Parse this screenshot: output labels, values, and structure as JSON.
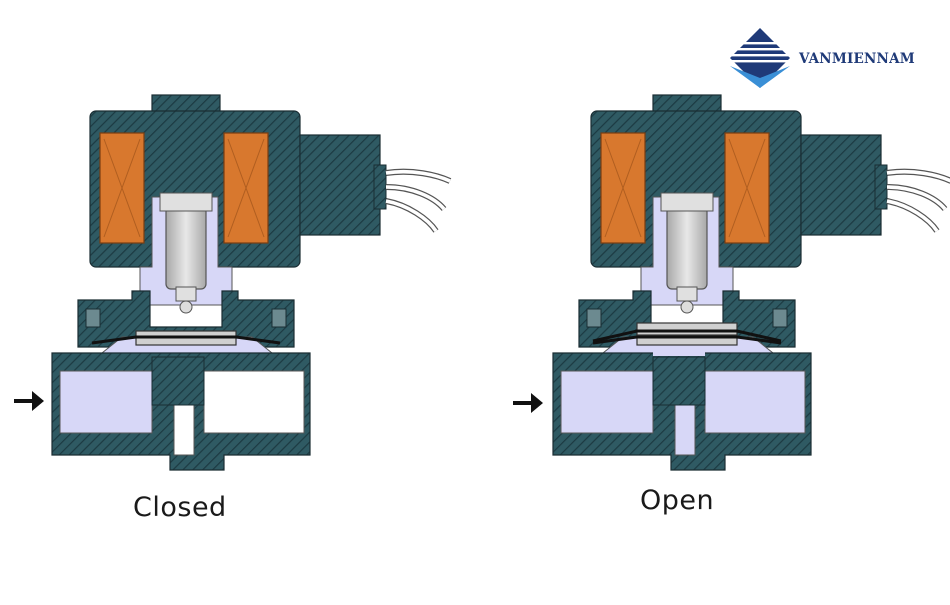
{
  "brand": {
    "name": "VANMIENNAM",
    "primary_color": "#1f3a78",
    "accent_color": "#3a8fd6"
  },
  "valves": [
    {
      "state": "closed",
      "caption": "Closed"
    },
    {
      "state": "open",
      "caption": "Open"
    }
  ],
  "colors": {
    "body": "#2f5a63",
    "hatch": "#1f3f47",
    "coil": "#d8782e",
    "fluid": "#d7d7f7",
    "plunger": "#c8c8c8",
    "arrow": "#111111"
  },
  "icons": [
    "brand-logo-icon",
    "flow-arrow-icon"
  ]
}
